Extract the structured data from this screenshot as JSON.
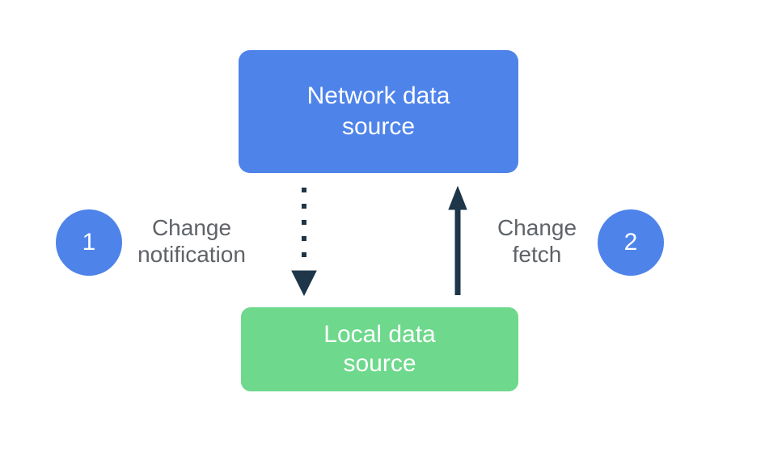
{
  "diagram": {
    "background": "#ffffff",
    "network_node": {
      "line1": "Network data",
      "line2": "source",
      "fill": "#4e83ea",
      "text_color": "#ffffff"
    },
    "local_node": {
      "line1": "Local data",
      "line2": "source",
      "fill": "#6ed88c",
      "text_color": "#ffffff"
    },
    "step1_badge": {
      "number": "1",
      "fill": "#4e83ea",
      "text_color": "#ffffff"
    },
    "step2_badge": {
      "number": "2",
      "fill": "#4e83ea",
      "text_color": "#ffffff"
    },
    "change_notification_label": {
      "line1": "Change",
      "line2": "notification",
      "color": "#5f6368"
    },
    "change_fetch_label": {
      "line1": "Change",
      "line2": "fetch",
      "color": "#5f6368"
    },
    "arrows": {
      "notification_arrow": {
        "direction": "down",
        "style": "dotted",
        "color": "#1d3649",
        "from": "network-data-source-node",
        "to": "local-data-source-node"
      },
      "fetch_arrow": {
        "direction": "up",
        "style": "solid",
        "color": "#1d3649",
        "from": "local-data-source-node",
        "to": "network-data-source-node"
      }
    }
  }
}
